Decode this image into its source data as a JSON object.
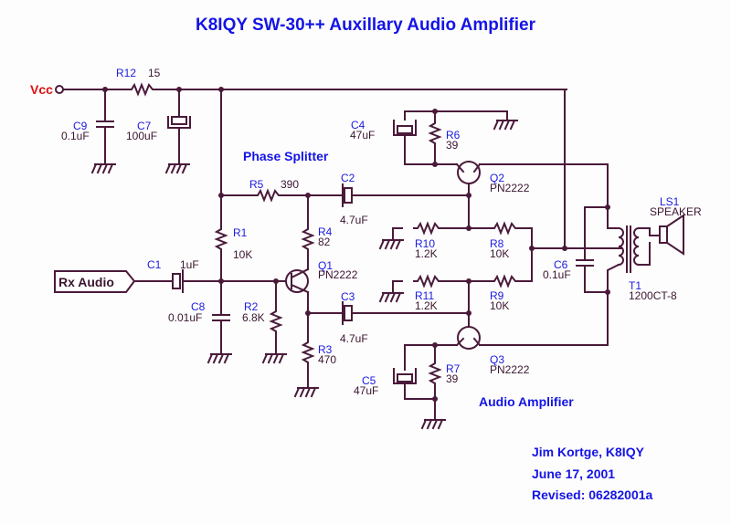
{
  "title": "K8IQY SW-30++ Auxillary Audio Amplifier",
  "sections": {
    "phase_splitter": "Phase Splitter",
    "audio_amplifier": "Audio Amplifier"
  },
  "ports": {
    "vcc": "Vcc",
    "rx_audio": "Rx Audio"
  },
  "components": {
    "R12": {
      "ref": "R12",
      "value": "15"
    },
    "C9": {
      "ref": "C9",
      "value": "0.1uF"
    },
    "C7": {
      "ref": "C7",
      "value": "100uF"
    },
    "R5": {
      "ref": "R5",
      "value": "390"
    },
    "C2": {
      "ref": "C2",
      "value": "4.7uF"
    },
    "R1": {
      "ref": "R1",
      "value": "10K"
    },
    "R4": {
      "ref": "R4",
      "value": "82"
    },
    "C1": {
      "ref": "C1",
      "value": "1uF"
    },
    "Q1": {
      "ref": "Q1",
      "value": "PN2222"
    },
    "C8": {
      "ref": "C8",
      "value": "0.01uF"
    },
    "R2": {
      "ref": "R2",
      "value": "6.8K"
    },
    "C3": {
      "ref": "C3",
      "value": "4.7uF"
    },
    "R3": {
      "ref": "R3",
      "value": "470"
    },
    "C4": {
      "ref": "C4",
      "value": "47uF"
    },
    "R6": {
      "ref": "R6",
      "value": "39"
    },
    "Q2": {
      "ref": "Q2",
      "value": "PN2222"
    },
    "R10": {
      "ref": "R10",
      "value": "1.2K"
    },
    "R8": {
      "ref": "R8",
      "value": "10K"
    },
    "R11": {
      "ref": "R11",
      "value": "1.2K"
    },
    "R9": {
      "ref": "R9",
      "value": "10K"
    },
    "Q3": {
      "ref": "Q3",
      "value": "PN2222"
    },
    "C5": {
      "ref": "C5",
      "value": "47uF"
    },
    "R7": {
      "ref": "R7",
      "value": "39"
    },
    "C6": {
      "ref": "C6",
      "value": "0.1uF"
    },
    "T1": {
      "ref": "T1",
      "value": "1200CT-8"
    },
    "LS1": {
      "ref": "LS1",
      "value": "SPEAKER"
    }
  },
  "credits": {
    "author": "Jim Kortge, K8IQY",
    "date": "June 17, 2001",
    "revised": "Revised:  06282001a"
  }
}
